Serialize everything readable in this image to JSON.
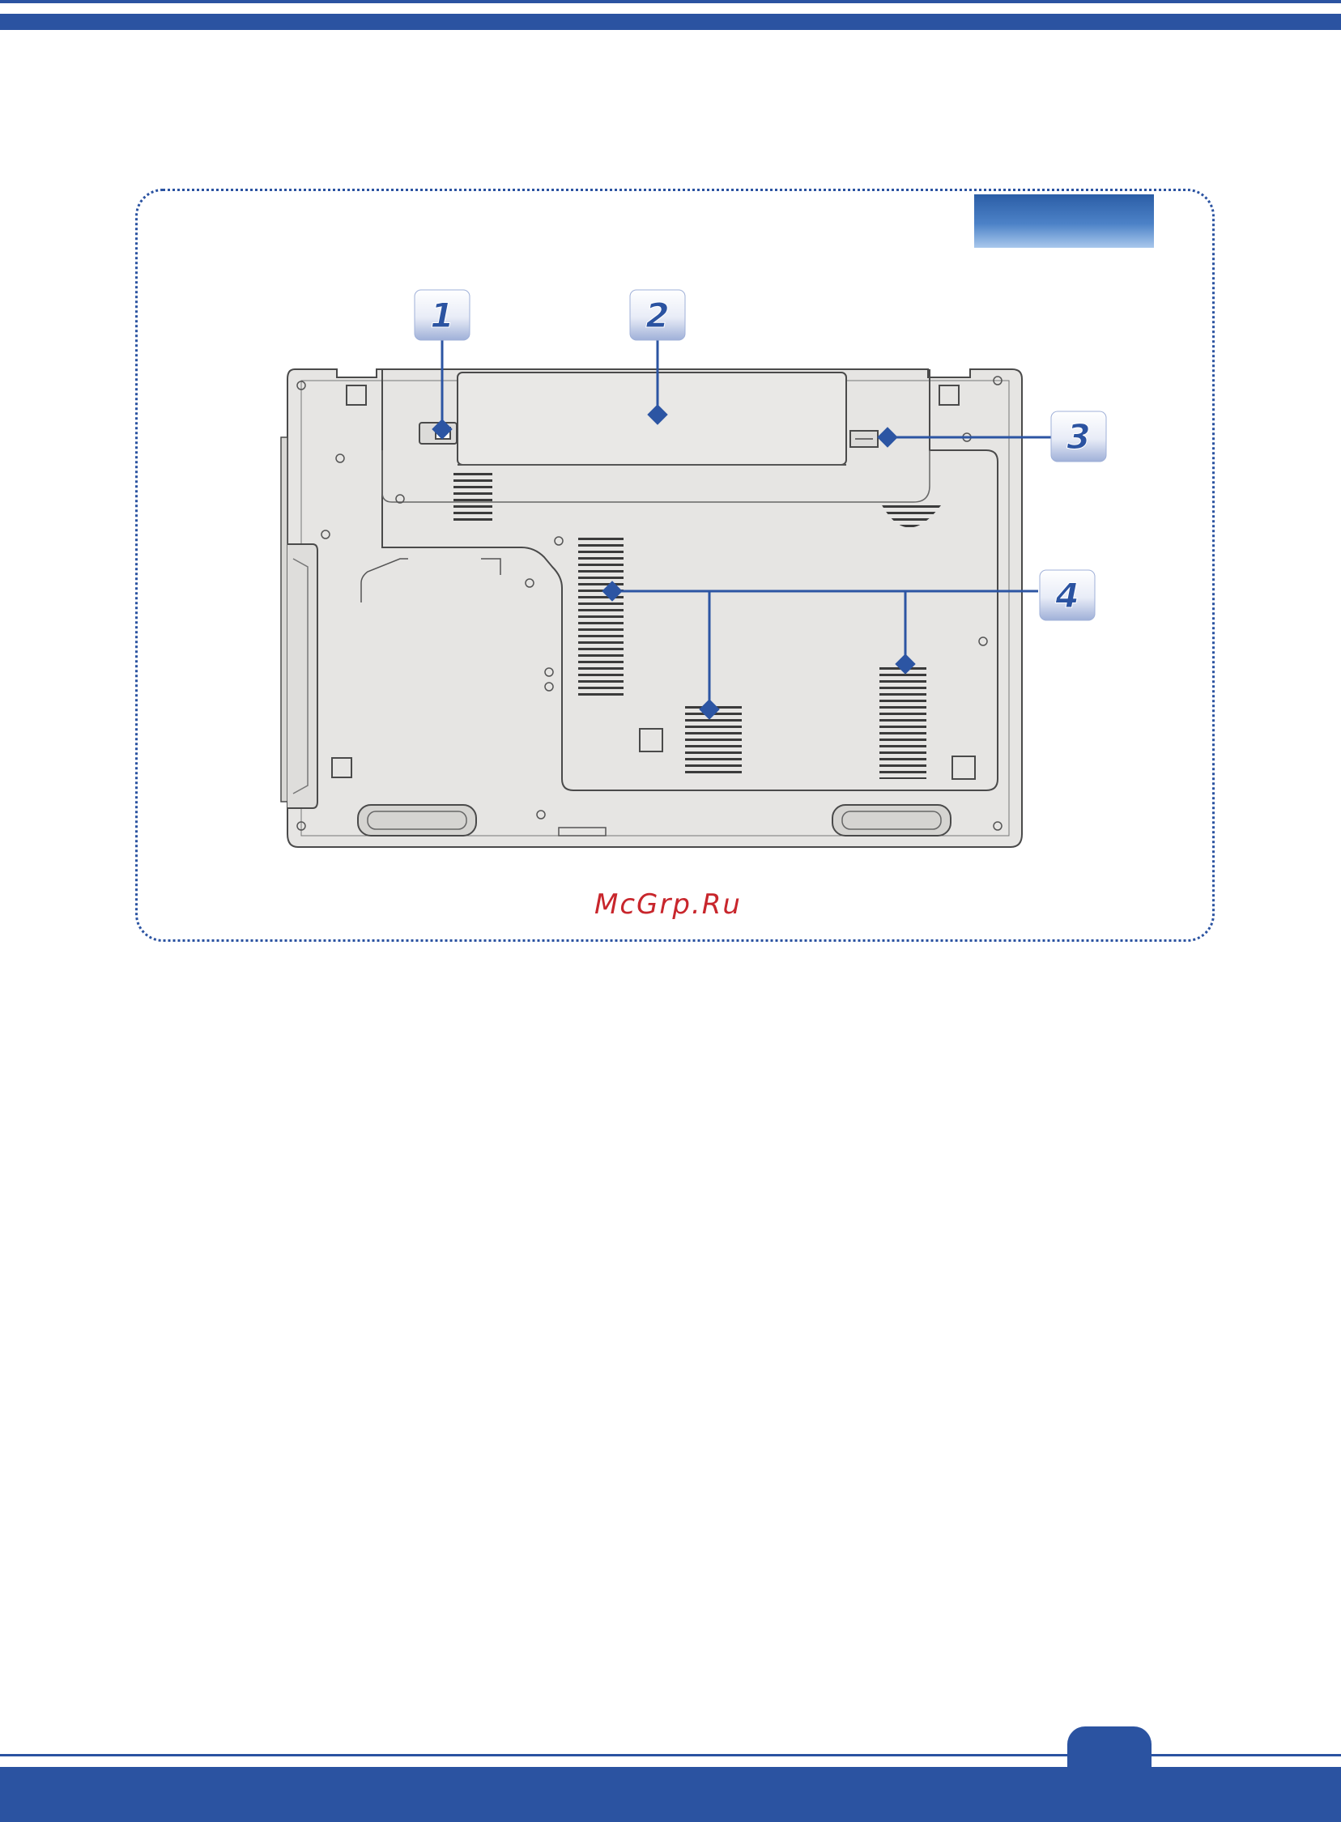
{
  "document": {
    "watermark": "McGrp.Ru",
    "view_tab_label": "",
    "page_number": ""
  },
  "callouts": [
    {
      "number": "1",
      "target": "battery-lock"
    },
    {
      "number": "2",
      "target": "battery-pack"
    },
    {
      "number": "3",
      "target": "battery-release-button"
    },
    {
      "number": "4",
      "target": "ventilator"
    }
  ],
  "colors": {
    "brand_blue": "#2b53a1",
    "callout_line": "#2c55a3",
    "laptop_fill": "#e6e5e3",
    "laptop_stroke": "#4a4a4a",
    "watermark_red": "#c8262c"
  }
}
